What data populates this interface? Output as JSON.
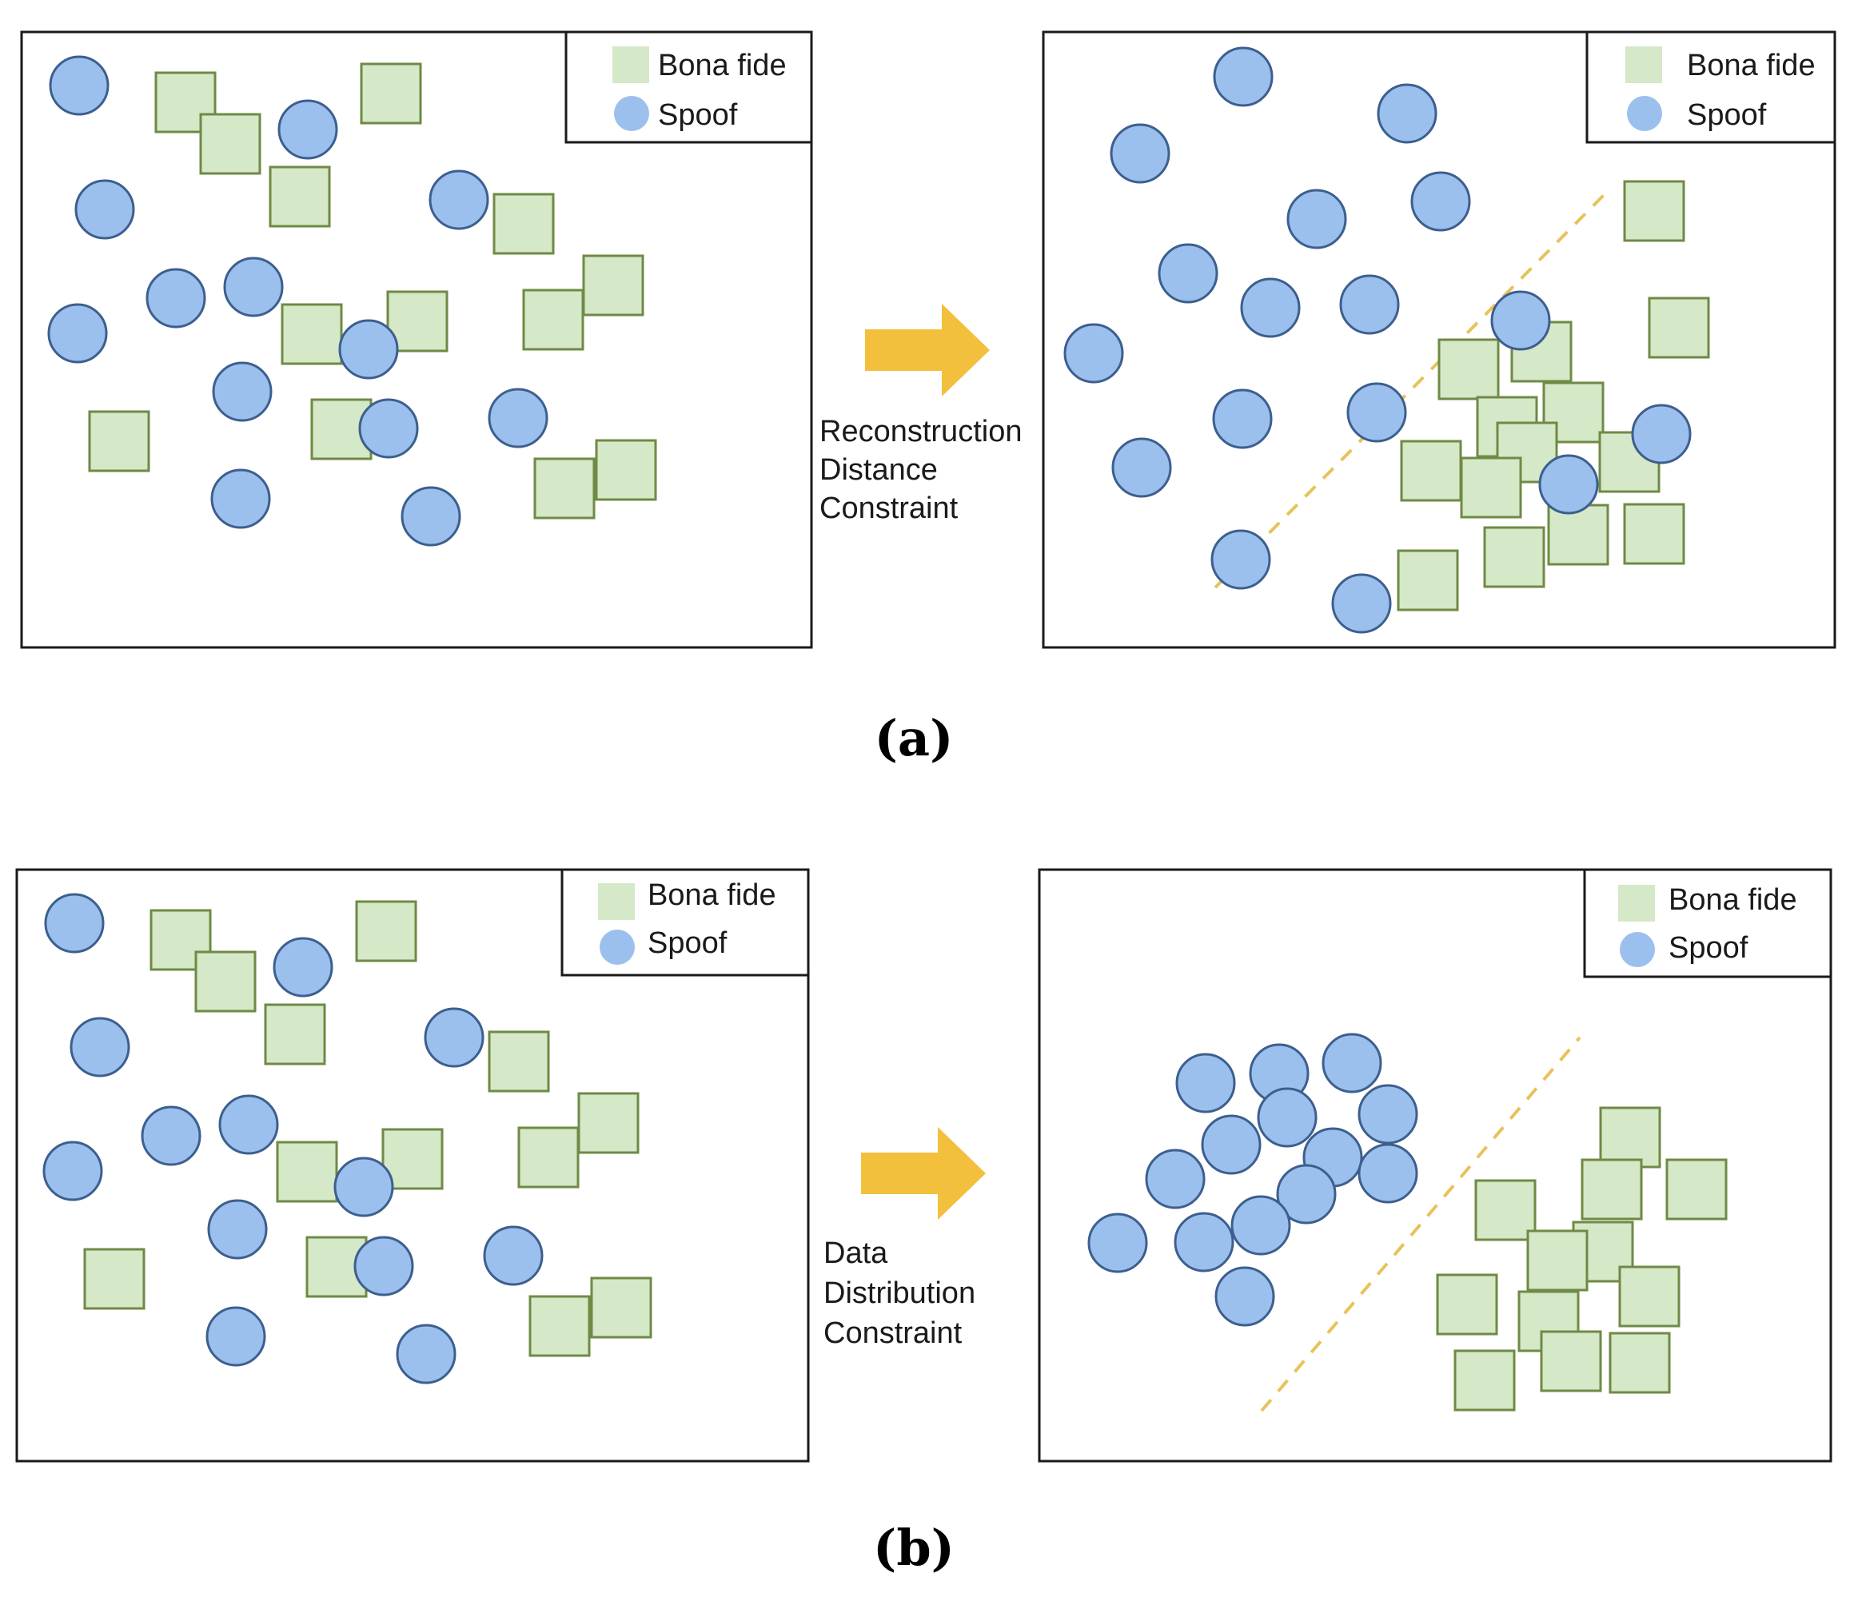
{
  "legend": {
    "bona_fide": "Bona fide",
    "spoof": "Spoof"
  },
  "colors": {
    "bona_fide_fill": "#d5e8c7",
    "bona_fide_stroke": "#6f8a45",
    "spoof_fill": "#9cc0ee",
    "spoof_stroke": "#3d5f8e",
    "arrow": "#f2c03c",
    "boundary": "#e8c25a",
    "panel_border": "#1a1a1a"
  },
  "rows": [
    {
      "caption": "(a)",
      "transition_label": [
        "Reconstruction",
        "Distance",
        "Constraint"
      ]
    },
    {
      "caption": "(b)",
      "transition_label": [
        "Data",
        "Distribution",
        "Constraint"
      ]
    }
  ]
}
